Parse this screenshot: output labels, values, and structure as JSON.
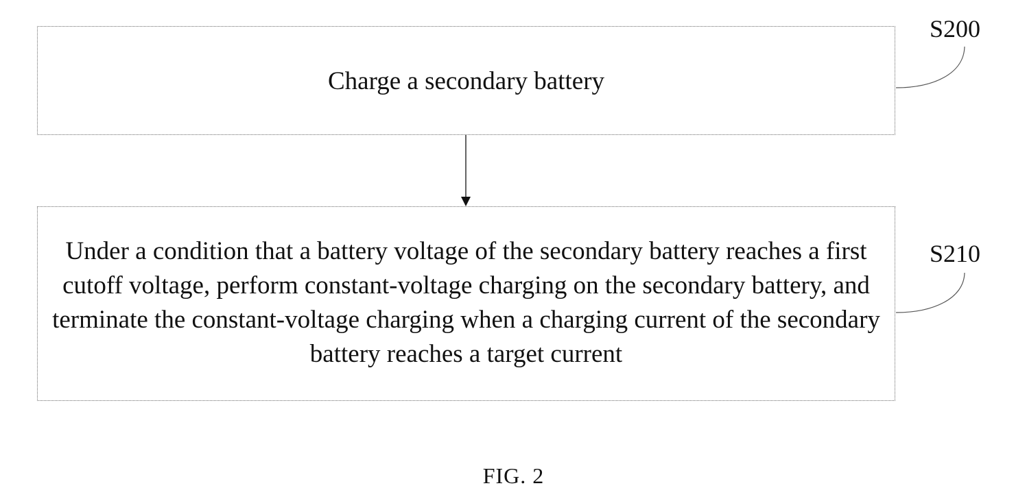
{
  "steps": [
    {
      "label": "S200",
      "text": "Charge a secondary battery"
    },
    {
      "label": "S210",
      "text": "Under a condition that a battery voltage of the secondary battery reaches a first cutoff voltage, perform constant-voltage charging on the secondary battery, and terminate the constant-voltage charging when a charging current of the secondary battery reaches a target current"
    }
  ],
  "caption": "FIG. 2"
}
